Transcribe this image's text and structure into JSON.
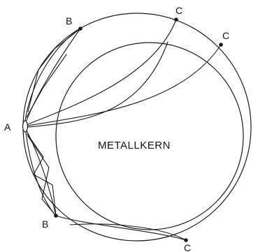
{
  "diagram": {
    "core_label": "METALLKERN",
    "points": {
      "source": "A",
      "upper_station": "B",
      "upper_far_station_1": "C",
      "upper_far_station_2": "C",
      "lower_station": "B",
      "lower_far_station": "C"
    },
    "colors": {
      "stroke": "#1a1a1a",
      "background": "#ffffff"
    }
  }
}
